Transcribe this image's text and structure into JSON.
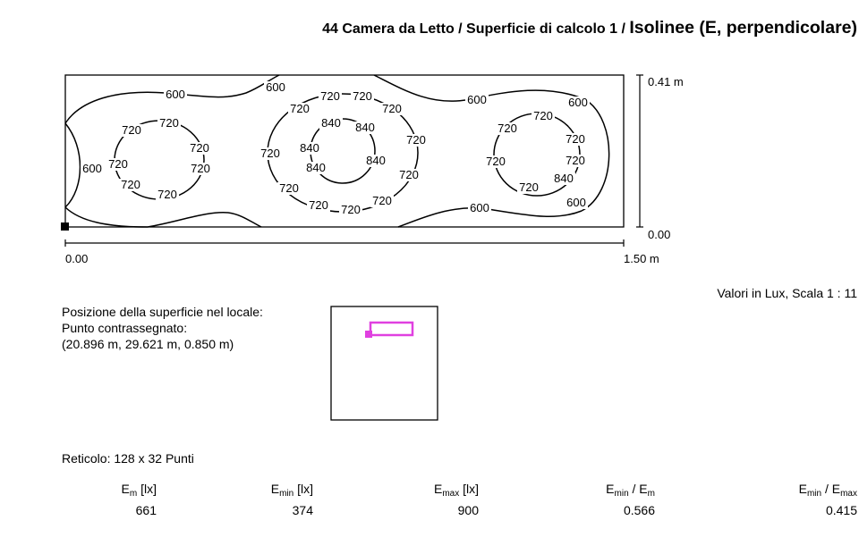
{
  "header": {
    "title_prefix": "44 Camera da Letto / Superficie di calcolo 1 / ",
    "title_main": "Isolinee (E, perpendicolare)"
  },
  "plot": {
    "y_top_label": "0.41 m",
    "y_bottom_label": "0.00",
    "x_left_label": "0.00",
    "x_right_label": "1.50 m",
    "contour_labels": [
      {
        "text": "600"
      },
      {
        "text": "600"
      },
      {
        "text": "600"
      },
      {
        "text": "600"
      },
      {
        "text": "600"
      },
      {
        "text": "600"
      },
      {
        "text": "600"
      },
      {
        "text": "720"
      },
      {
        "text": "720"
      },
      {
        "text": "720"
      },
      {
        "text": "720"
      },
      {
        "text": "720"
      },
      {
        "text": "720"
      },
      {
        "text": "720"
      },
      {
        "text": "720"
      },
      {
        "text": "720"
      },
      {
        "text": "720"
      },
      {
        "text": "720"
      },
      {
        "text": "720"
      },
      {
        "text": "720"
      },
      {
        "text": "720"
      },
      {
        "text": "720"
      },
      {
        "text": "720"
      },
      {
        "text": "720"
      },
      {
        "text": "720"
      },
      {
        "text": "720"
      },
      {
        "text": "720"
      },
      {
        "text": "720"
      },
      {
        "text": "720"
      },
      {
        "text": "720"
      },
      {
        "text": "720"
      },
      {
        "text": "840"
      },
      {
        "text": "840"
      },
      {
        "text": "840"
      },
      {
        "text": "840"
      },
      {
        "text": "840"
      },
      {
        "text": "840"
      }
    ]
  },
  "scale_note": "Valori in Lux, Scala 1 : 11",
  "location": {
    "line1": "Posizione della superficie nel locale:",
    "line2": "Punto contrassegnato:",
    "line3": "(20.896 m, 29.621 m, 0.850 m)",
    "marker_color": "#e040e0"
  },
  "grid_info": "Reticolo: 128 x 32 Punti",
  "stats": [
    {
      "label_main": "E",
      "label_sub": "m",
      "label_tail": " [lx]",
      "value": "661"
    },
    {
      "label_main": "E",
      "label_sub": "min",
      "label_tail": " [lx]",
      "value": "374"
    },
    {
      "label_main": "E",
      "label_sub": "max",
      "label_tail": " [lx]",
      "value": "900"
    },
    {
      "label_main": "E",
      "label_sub": "min",
      "label_tail": " / E",
      "label_sub2": "m",
      "value": "0.566"
    },
    {
      "label_main": "E",
      "label_sub": "min",
      "label_tail": " / E",
      "label_sub2": "max",
      "value": "0.415"
    }
  ]
}
